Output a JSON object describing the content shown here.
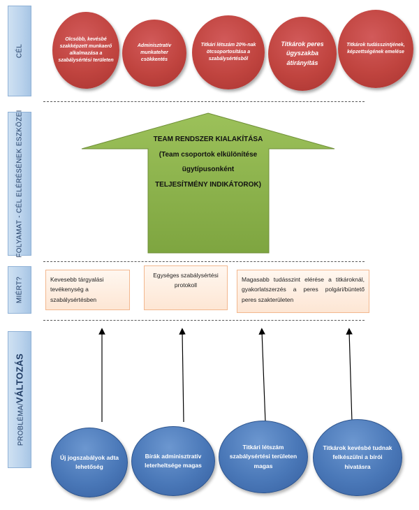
{
  "side_labels": {
    "cel": "CÉL",
    "eszkozei": "FOLYAMAT - CÉL ELÉRÉSÉNEK ESZKÖZEI",
    "miert": "MIÉRT?",
    "problema_prefix": "PROBLÉMA/",
    "problema_bold": "VÁLTOZÁS"
  },
  "goals": [
    "Olcsóbb, kevésbé szakképzett munkaerő alkalmazása a szabálysértési területen",
    "Adminisztratív munkateher csökkentés",
    "Titkári létszám 20%-nak ötcsoportosítása a szabálysértésből",
    "Titkárok peres ügyszakba átirányítás",
    "Titkárok tudásszintjének, képzettségének emelése"
  ],
  "arrow": {
    "line1": "TEAM RENDSZER KIALAKÍTÁSA",
    "line2": "(Team csoportok elkülönítése",
    "line3": "ügytípusonként",
    "line4": "TELJESÍTMÉNY INDIKÁTOROK)",
    "fill_color": "#8cb04c"
  },
  "reasons": [
    "Kevesebb tárgyalási tevékenység a szabálysértésben",
    "Egységes szabálysértési protokoll",
    "Magasabb tudásszint elérése a titkároknál, gyakorlatszerzés a peres polgári/büntető peres szakterületen"
  ],
  "problems": [
    "Új jogszabályok adta lehetőség",
    "Bírák adminisztratív leterheltsége magas",
    "Titkári létszám szabálysértési területen magas",
    "Titkárok kevésbé tudnak felkészülni a bírói hivatásra"
  ],
  "colors": {
    "goal_circles": "#c0443f",
    "problem_circles": "#4a78b8",
    "reason_boxes": "#fde6d4",
    "side_bars": "#b9d2ec"
  }
}
